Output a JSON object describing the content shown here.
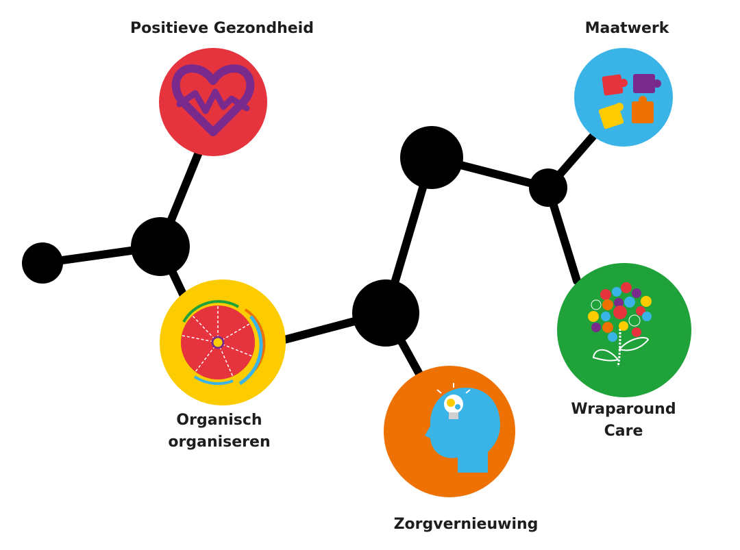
{
  "nodes": [
    {
      "id": "positieve-gezondheid",
      "label_lines": [
        "Positieve Gezondheid"
      ],
      "color": "#e5343d",
      "icon": "heart-pulse-icon"
    },
    {
      "id": "maatwerk",
      "label_lines": [
        "Maatwerk"
      ],
      "color": "#3ab4e6",
      "icon": "puzzle-pieces-icon"
    },
    {
      "id": "organisch-organiseren",
      "label_lines": [
        "Organisch",
        "organiseren"
      ],
      "color": "#fccb00",
      "icon": "circular-diagram-icon"
    },
    {
      "id": "zorgvernieuwing",
      "label_lines": [
        "Zorgvernieuwing"
      ],
      "color": "#ee7203",
      "icon": "head-lightbulb-icon"
    },
    {
      "id": "wraparound-care",
      "label_lines": [
        "Wraparound",
        "Care"
      ],
      "color": "#20a23b",
      "icon": "flower-gears-icon"
    }
  ],
  "connector_color": "#000000"
}
